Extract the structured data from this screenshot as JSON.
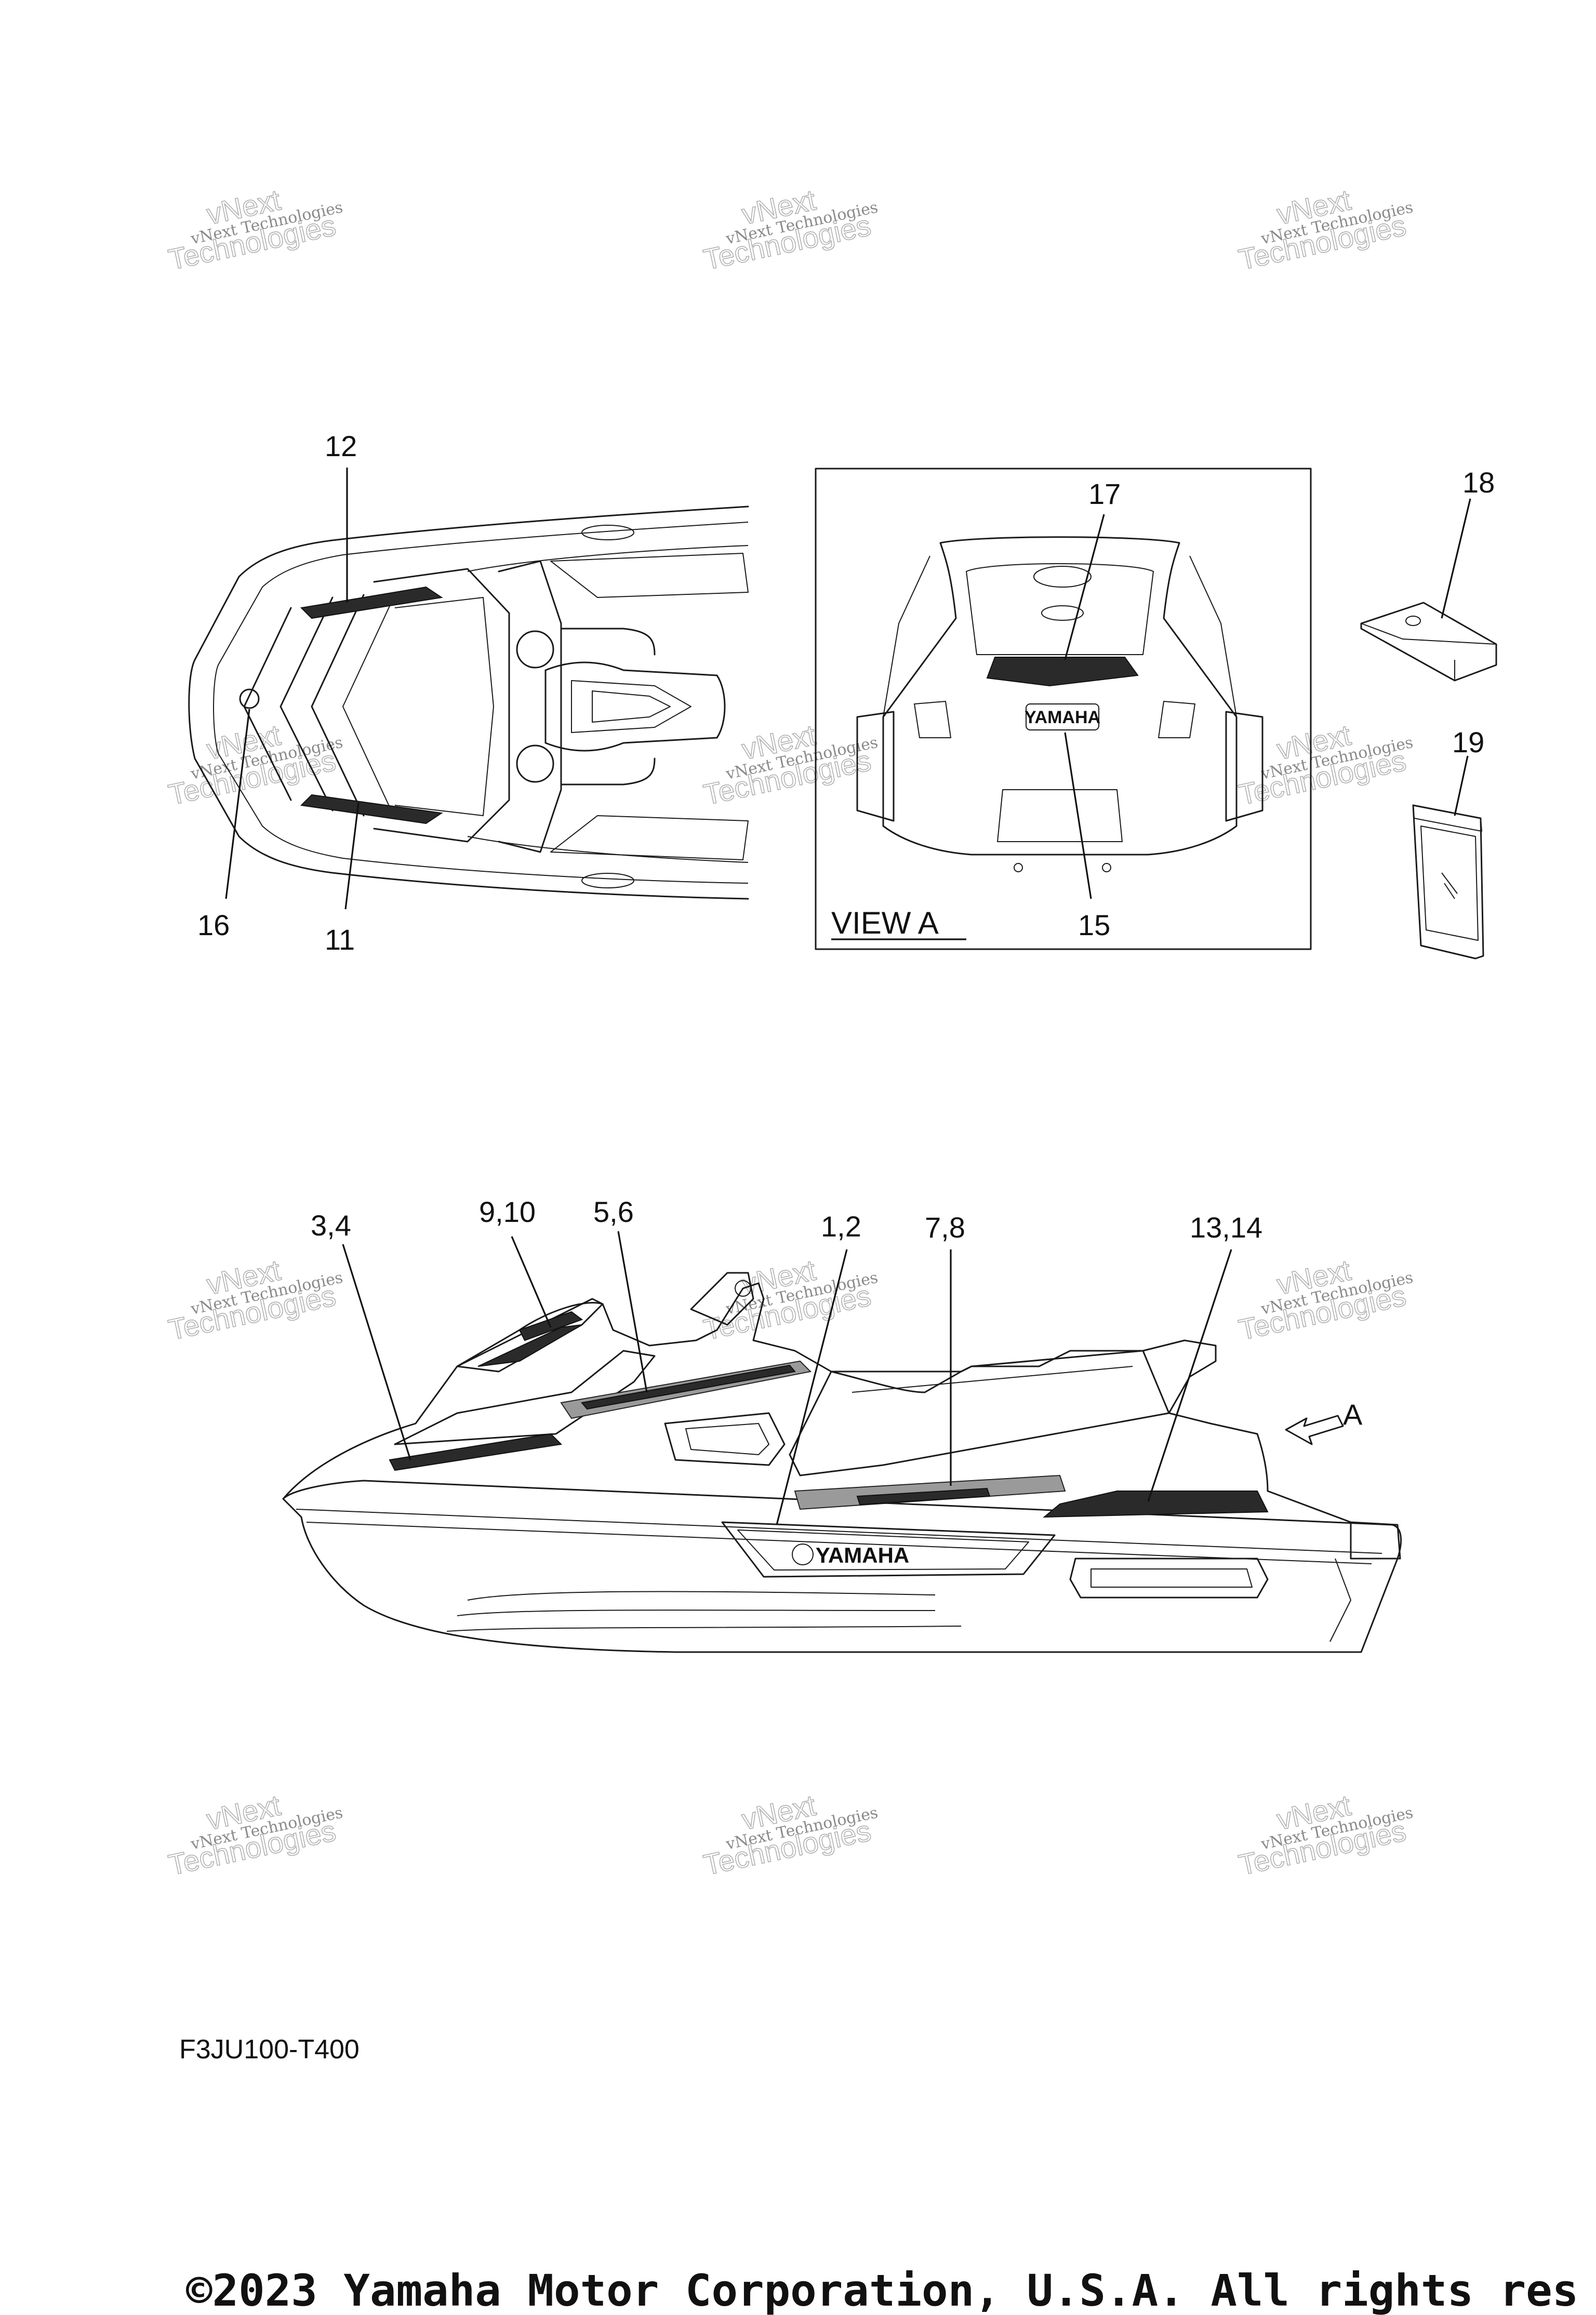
{
  "callouts": {
    "c12": "12",
    "c16": "16",
    "c11": "11",
    "c17": "17",
    "c15": "15",
    "c18": "18",
    "c19": "19",
    "c34": "3,4",
    "c910": "9,10",
    "c56": "5,6",
    "c12b": "1,2",
    "c78": "7,8",
    "c1314": "13,14",
    "arrowA": "A"
  },
  "view_label": "VIEW A",
  "decal_text": "YAMAHA",
  "watermark": {
    "line1": "vNext Technologies",
    "line2": "Technologies",
    "line0": "vNext"
  },
  "diagram_code": "F3JU100-T400",
  "copyright": "©2023 Yamaha Motor Corporation, U.S.A. All rights res"
}
